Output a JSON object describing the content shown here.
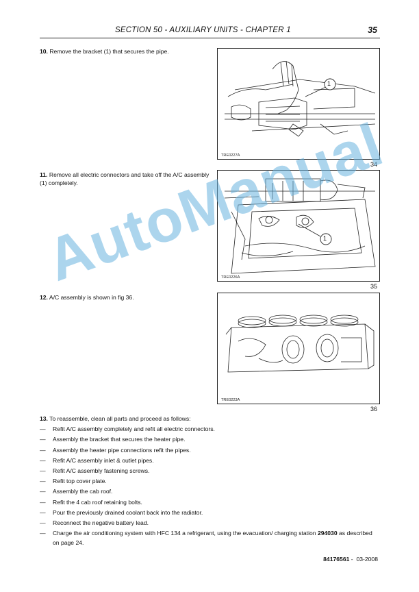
{
  "header": {
    "title": "SECTION 50 - AUXILIARY UNITS - CHAPTER 1",
    "page_number": "35"
  },
  "steps": [
    {
      "number": "10.",
      "text": "Remove the bracket (1) that secures the pipe."
    },
    {
      "number": "11.",
      "text": "Remove all electric connectors and take off the A/C assembly (1) completely."
    },
    {
      "number": "12.",
      "text": "A/C assembly is shown in fig 36."
    },
    {
      "number": "13.",
      "text": "To reassemble, clean all parts and proceed as follows:"
    }
  ],
  "figures": [
    {
      "code": "TRE0227A",
      "number": "34",
      "callout": "1"
    },
    {
      "code": "TRE0226A",
      "number": "35",
      "callout": "1"
    },
    {
      "code": "TRE0223A",
      "number": "36"
    }
  ],
  "reassembly_items": [
    "Refit  A/C assembly completely and refit all electric connectors.",
    "Assembly the bracket that secures the heater pipe.",
    "Assembly the heater pipe connections refit the pipes.",
    "Refit  A/C  assembly inlet & outlet pipes.",
    "Refit A/C assembly fastening screws.",
    "Refit top cover plate.",
    "Assembly the cab roof.",
    "Refit the 4 cab roof retaining bolts.",
    "Pour the previously drained coolant back into the radiator.",
    "Reconnect the negative battery lead."
  ],
  "last_item": {
    "text_before": "Charge the air conditioning system with HFC 134 a refrigerant, using the evacuation/ charging station",
    "tool_number": "294030",
    "text_after": "as described on page 24."
  },
  "dash": "—",
  "footer": {
    "doc_number": "84176561",
    "separator": "-",
    "date": "03-2008"
  },
  "watermark": "AutoManual",
  "colors": {
    "watermark": "#6ab4e0",
    "text": "#111111"
  }
}
